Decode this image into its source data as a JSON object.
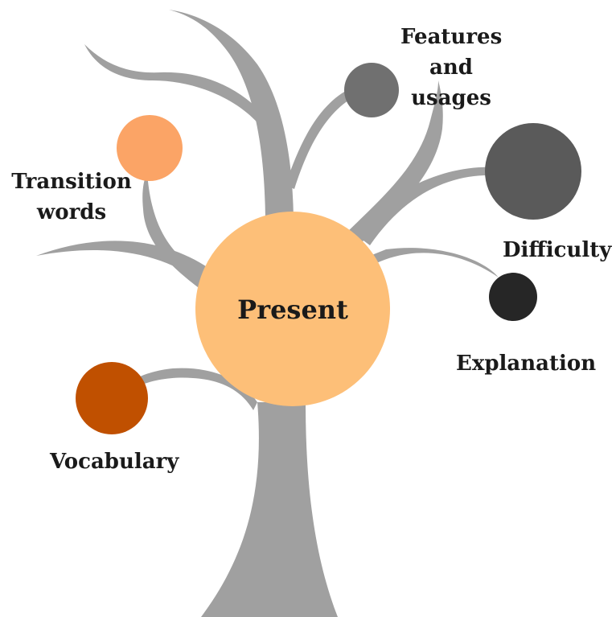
{
  "diagram": {
    "center": {
      "label": "Present",
      "color": "#FDBF78"
    },
    "branches": [
      {
        "id": "features",
        "lines": [
          "Features",
          "and",
          "usages"
        ],
        "color": "#707070"
      },
      {
        "id": "transition",
        "lines": [
          "Transition",
          "words"
        ],
        "color": "#FBA466"
      },
      {
        "id": "difficulty",
        "lines": [
          "Difficulty"
        ],
        "color": "#5A5A5A"
      },
      {
        "id": "explanation",
        "lines": [
          "Explanation"
        ],
        "color": "#262626"
      },
      {
        "id": "vocabulary",
        "lines": [
          "Vocabulary"
        ],
        "color": "#C05000"
      }
    ],
    "trunk_color": "#A0A0A0"
  }
}
